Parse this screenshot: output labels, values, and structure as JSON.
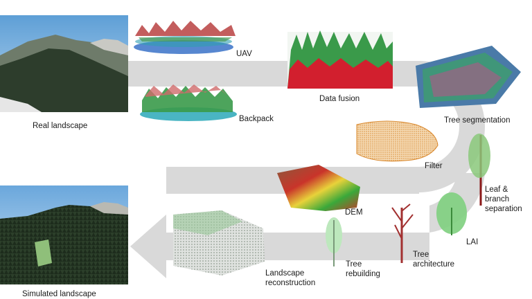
{
  "labels": {
    "real_landscape": "Real landscape",
    "uav": "UAV",
    "backpack": "Backpack",
    "data_fusion": "Data fusion",
    "tree_segmentation": "Tree segmentation",
    "filter": "Filter",
    "dem": "DEM",
    "leaf_branch_separation": "Leaf &\nbranch\nseparation",
    "lai": "LAI",
    "tree_architecture": "Tree\narchitecture",
    "tree_rebuilding": "Tree\nrebuilding",
    "landscape_reconstruction": "Landscape\nreconstruction",
    "simulated_landscape": "Simulated landscape"
  },
  "colors": {
    "flow_arrow": "#d9d9d9",
    "sky": "#7fb2df",
    "forest": "#27412a",
    "fusion_red": "#d21f2e",
    "filter_orange": "#e59a3a",
    "dem_green": "#3aa83a"
  }
}
